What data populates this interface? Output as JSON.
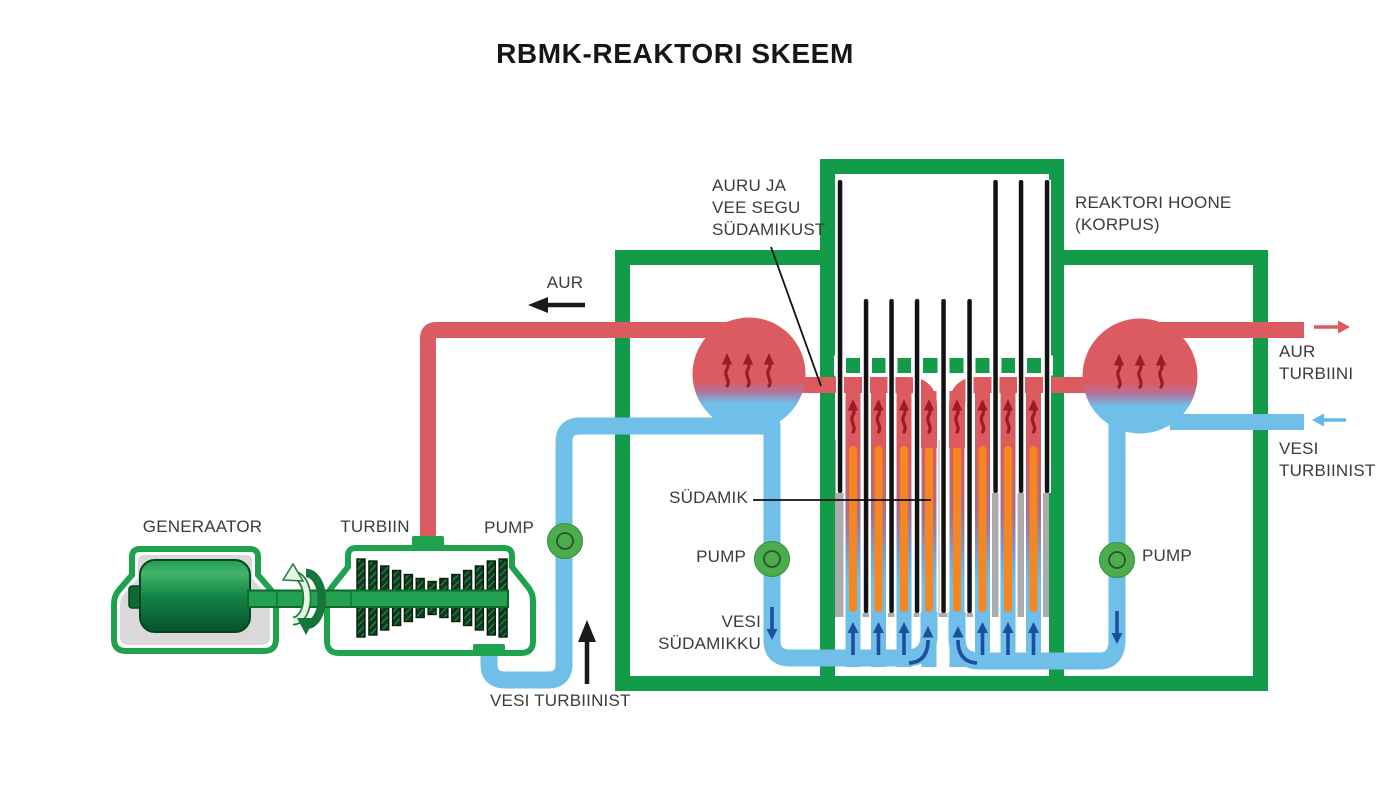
{
  "title": "RBMK-REAKTORI SKEEM",
  "labels": {
    "mixture_line1": "AURU JA",
    "mixture_line2": "VEE SEGU",
    "mixture_line3": "SÜDAMIKUST",
    "building_line1": "REAKTORI HOONE",
    "building_line2": "(KORPUS)",
    "steam": "AUR",
    "steam_to_turbine_line1": "AUR",
    "steam_to_turbine_line2": "TURBIINI",
    "water_from_turbine_line1": "VESI",
    "water_from_turbine_line2": "TURBIINIST",
    "core": "SÜDAMIK",
    "pump_left": "PUMP",
    "pump_middle": "PUMP",
    "pump_right": "PUMP",
    "water_to_core_line1": "VESI",
    "water_to_core_line2": "SÜDAMIKKU",
    "generator": "GENERAATOR",
    "turbine": "TURBIIN",
    "water_from_turbine_bottom": "VESI TURBIINIST"
  },
  "colors": {
    "structure_green": "#129B49",
    "machine_green": "#1EA24D",
    "pipe_red": "#DC5B60",
    "pipe_blue": "#6FBFE9",
    "hot_arrow_red": "#9C1B24",
    "cold_arrow_blue": "#1C4F9C",
    "fuel_orange": "#F6861F",
    "moderator_gray": "#ACACAC",
    "pump_green": "#4CAD4C",
    "housing_gray": "#D9D9D9",
    "control_rod_black": "#121212",
    "text": "#3B3B3B",
    "title_text": "#161616"
  }
}
